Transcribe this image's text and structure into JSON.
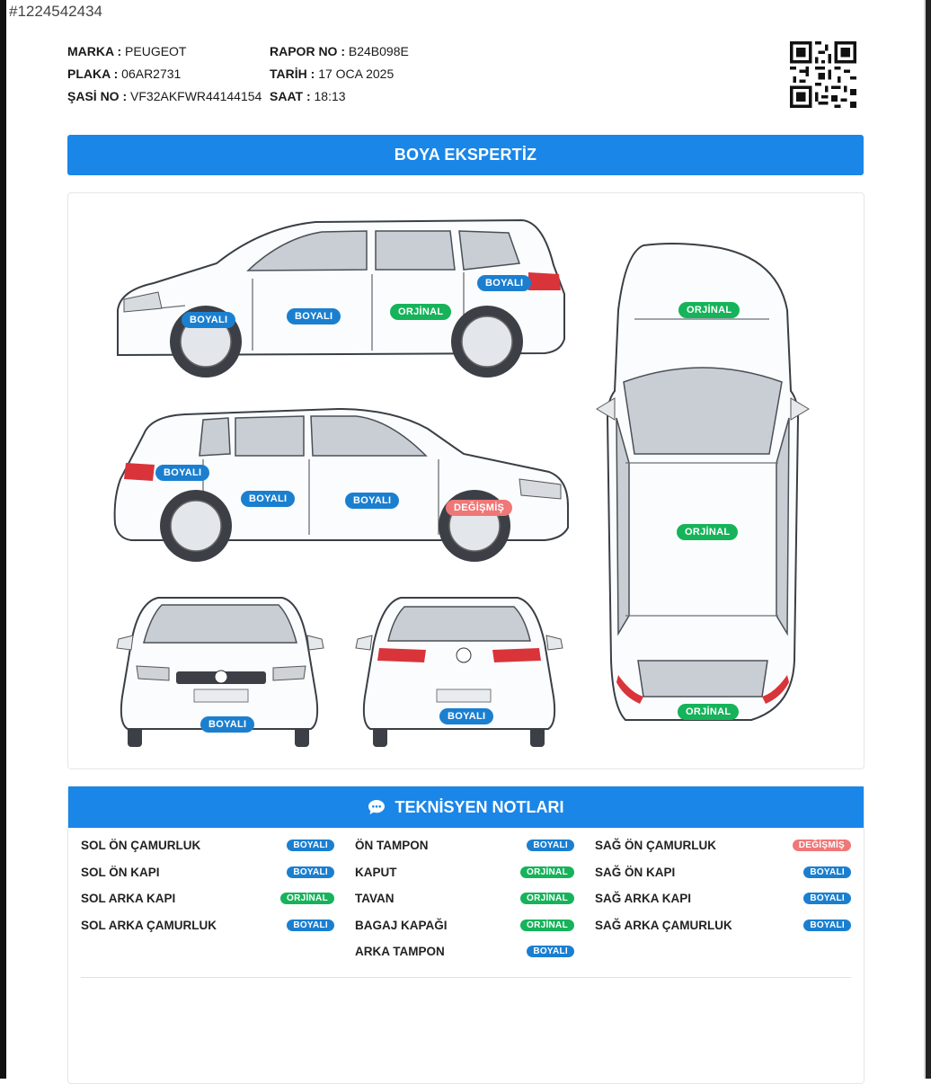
{
  "listing_id": "#1224542434",
  "header": {
    "marka_label": "MARKA :",
    "marka_value": "PEUGEOT",
    "plaka_label": "PLAKA :",
    "plaka_value": "06AR2731",
    "sasi_label": "ŞASİ NO :",
    "sasi_value": "VF32AKFWR44144154",
    "rapor_label": "RAPOR NO :",
    "rapor_value": "B24B098E",
    "tarih_label": "TARİH :",
    "tarih_value": "17 OCA 2025",
    "saat_label": "SAAT :",
    "saat_value": "18:13"
  },
  "section_title": "BOYA EKSPERTİZ",
  "diagram_badges": {
    "left_rear_fender": "BOYALI",
    "left_front_fender": "BOYALI",
    "left_front_door": "BOYALI",
    "left_rear_door": "ORJİNAL",
    "right_rear_fender": "BOYALI",
    "right_rear_door": "BOYALI",
    "right_front_door": "BOYALI",
    "right_front_fender": "DEĞİŞMİŞ",
    "front_bumper": "BOYALI",
    "rear_bumper": "BOYALI",
    "hood": "ORJİNAL",
    "roof": "ORJİNAL",
    "trunk": "ORJİNAL"
  },
  "notes": {
    "title": "TEKNİSYEN NOTLARI",
    "columns": [
      [
        {
          "label": "SOL ÖN ÇAMURLUK",
          "status": "BOYALI"
        },
        {
          "label": "SOL ÖN KAPI",
          "status": "BOYALI"
        },
        {
          "label": "SOL ARKA KAPI",
          "status": "ORJİNAL"
        },
        {
          "label": "SOL ARKA ÇAMURLUK",
          "status": "BOYALI"
        }
      ],
      [
        {
          "label": "ÖN TAMPON",
          "status": "BOYALI"
        },
        {
          "label": "KAPUT",
          "status": "ORJİNAL"
        },
        {
          "label": "TAVAN",
          "status": "ORJİNAL"
        },
        {
          "label": "BAGAJ KAPAĞI",
          "status": "ORJİNAL"
        },
        {
          "label": "ARKA TAMPON",
          "status": "BOYALI"
        }
      ],
      [
        {
          "label": "SAĞ ÖN ÇAMURLUK",
          "status": "DEĞİŞMİŞ"
        },
        {
          "label": "SAĞ ÖN KAPI",
          "status": "BOYALI"
        },
        {
          "label": "SAĞ ARKA KAPI",
          "status": "BOYALI"
        },
        {
          "label": "SAĞ ARKA ÇAMURLUK",
          "status": "BOYALI"
        }
      ]
    ]
  },
  "colors": {
    "accent": "#1a86e8",
    "boyali": "#1b7fd0",
    "orjinal": "#16b35a",
    "degismis": "#f07777"
  },
  "icons": {
    "notes": "chat-bubble-icon",
    "qr": "qr-code-icon"
  }
}
